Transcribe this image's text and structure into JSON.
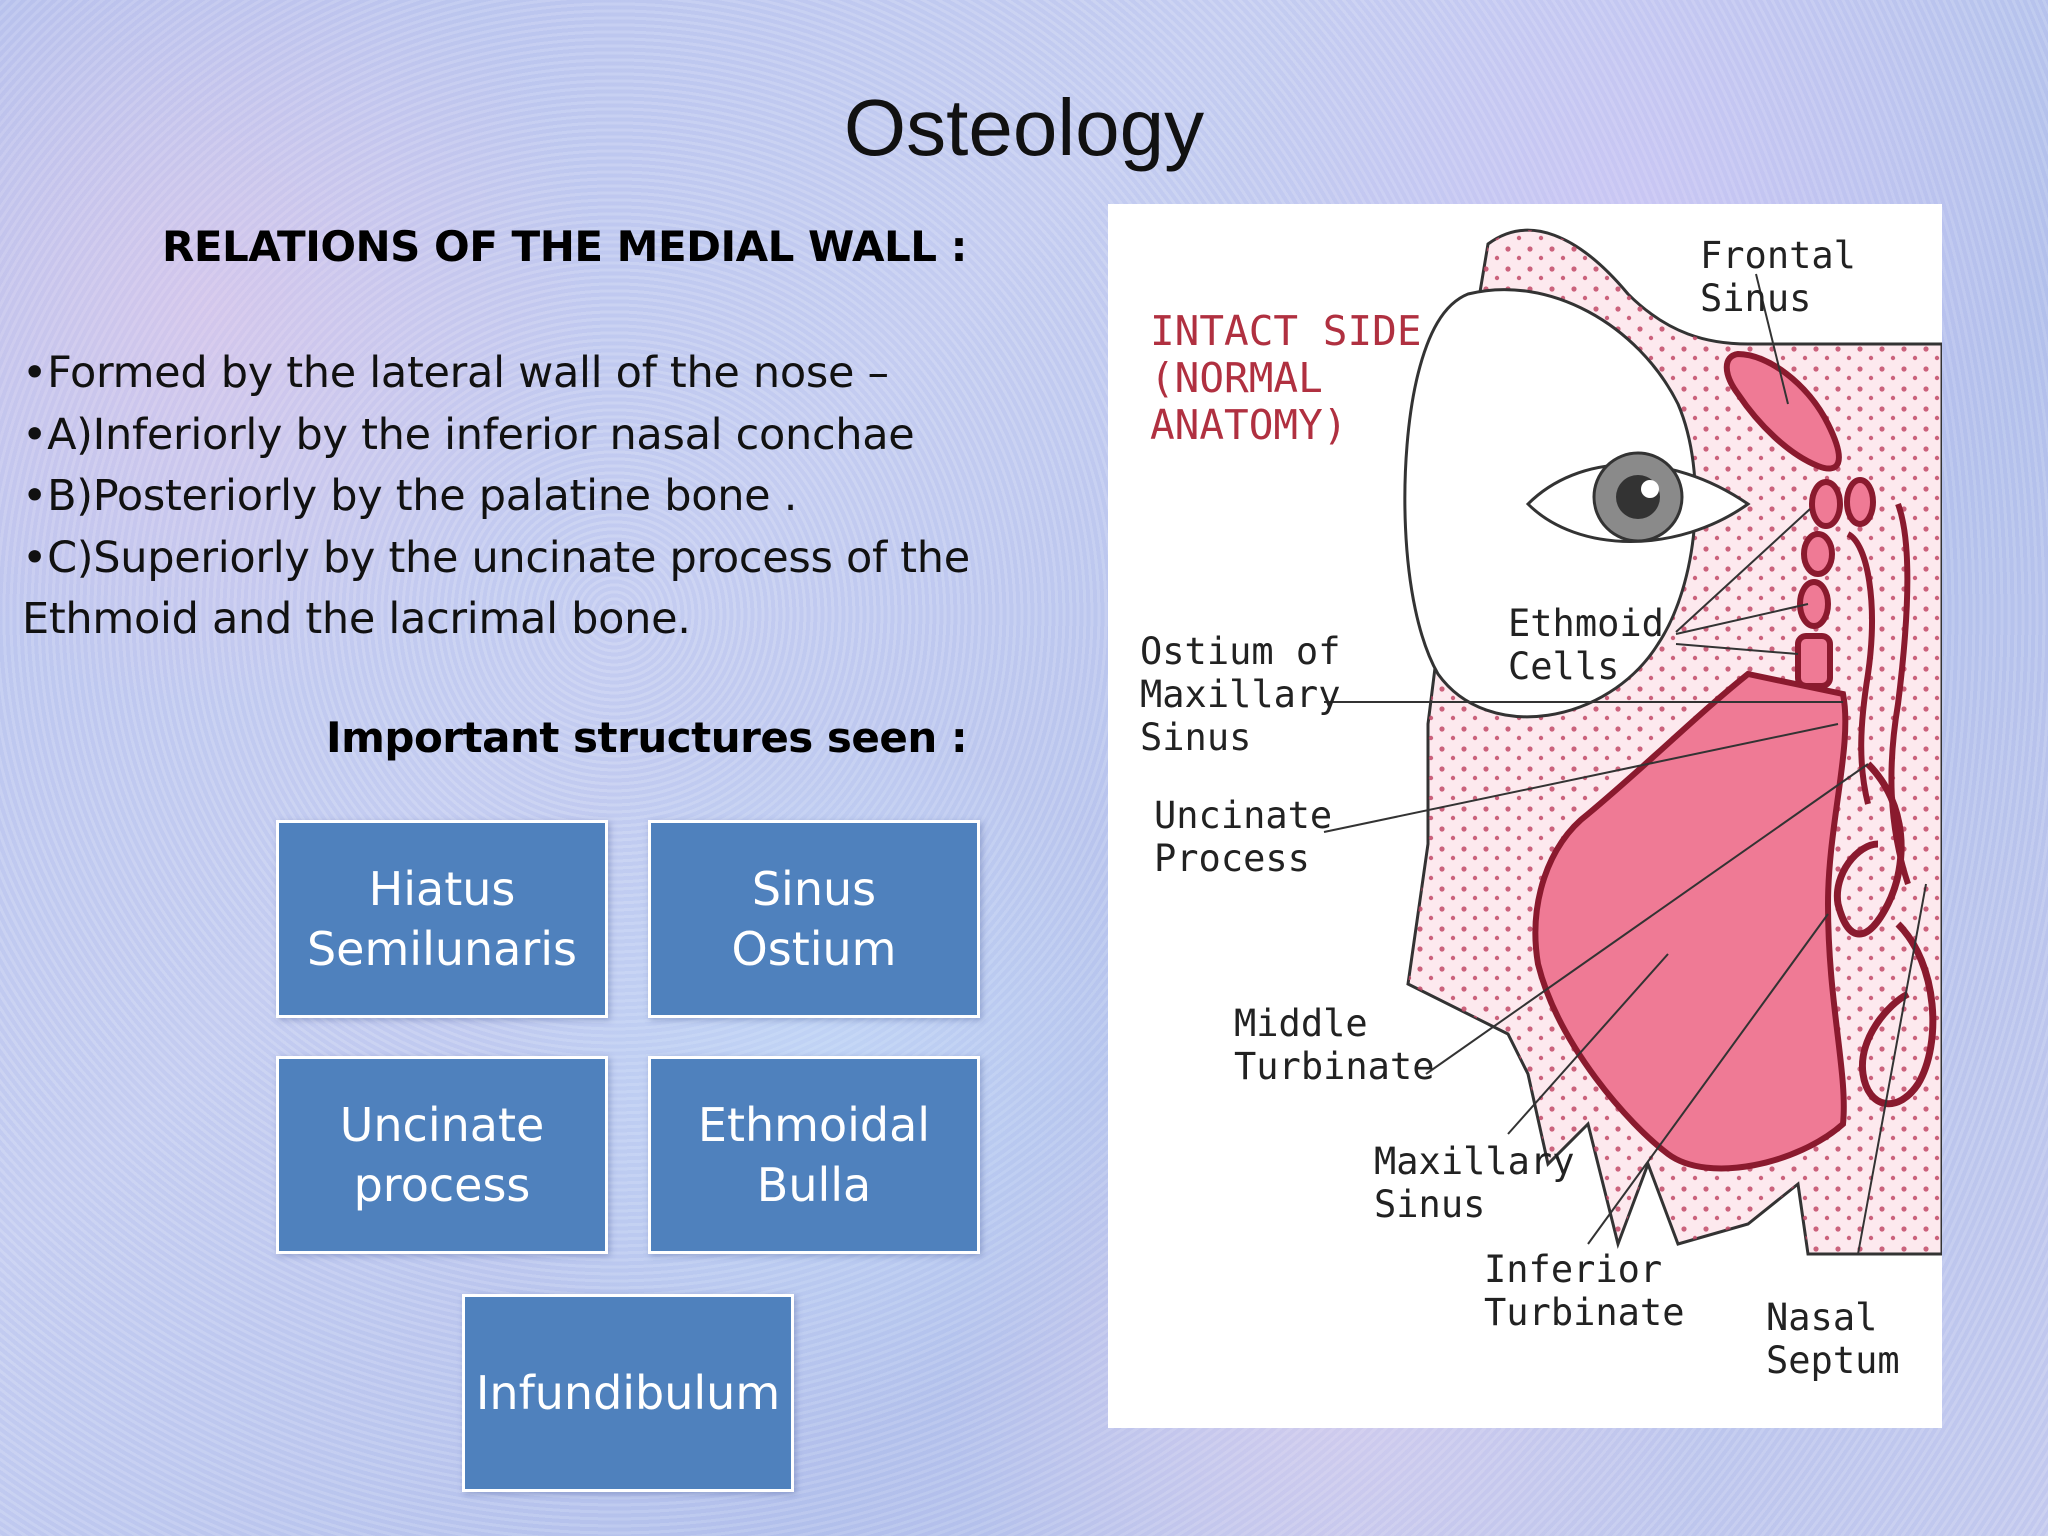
{
  "slide": {
    "title": "Osteology",
    "relations_heading": "RELATIONS OF THE MEDIAL WALL :",
    "bullets": [
      "•Formed by the lateral wall of the nose –",
      "•A)Inferiorly by the inferior nasal conchae",
      "•B)Posteriorly by the palatine bone .",
      "•C)Superiorly by the uncinate process of the",
      "Ethmoid  and the lacrimal bone."
    ],
    "structures_heading": "Important structures seen :",
    "structures": [
      "Hiatus Semilunaris",
      "Sinus Ostium",
      "Uncinate process",
      "Ethmoidal Bulla",
      "Infundibulum"
    ]
  },
  "figure": {
    "intact_side": "INTACT SIDE\n(NORMAL\nANATOMY)",
    "frontal_sinus": "Frontal Sinus",
    "ethmoid_cells": "Ethmoid\nCells",
    "ostium": "Ostium of\nMaxillary\nSinus",
    "uncinate": "Uncinate\nProcess",
    "middle_turbinate": "Middle\nTurbinate",
    "maxillary_sinus": "Maxillary\nSinus",
    "inferior_turbinate": "Inferior\nTurbinate",
    "nasal_septum": "Nasal\nSeptum",
    "colors": {
      "sinus_fill": "#ef7a95",
      "sinus_outline": "#8a1a2e",
      "bone_dots": "#c24a68",
      "label_red": "#b03040"
    }
  }
}
